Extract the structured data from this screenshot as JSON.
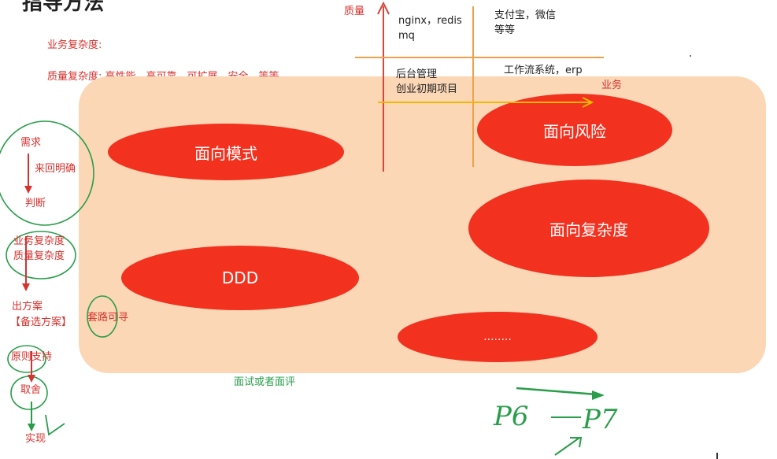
{
  "title": "指导方法",
  "left_notes": {
    "business_complexity": "业务复杂度:",
    "quality_complexity": "质量复杂度: 高性能，高可靠，可扩展，安全，等等"
  },
  "quadrant": {
    "y_axis_label": "质量",
    "x_axis_label": "业务",
    "top_left_line1": "nginx，redis",
    "top_left_line2": "mq",
    "top_right_line1": "支付宝，微信",
    "top_right_line2": "等等",
    "bottom_left_line1": "后台管理",
    "bottom_left_line2": "创业初期项目",
    "bottom_right": "工作流系统，erp"
  },
  "ellipses": {
    "pattern": "面向模式",
    "risk": "面向风险",
    "complexity": "面向复杂度",
    "ddd": "DDD",
    "more": "........"
  },
  "process": {
    "requirement": "需求",
    "clarify": "来回明确",
    "judge": "判断",
    "biz_complexity": "业务复杂度",
    "quality_complexity": "质量复杂度",
    "solution": "出方案",
    "alternative": "【备选方案】",
    "routine": "套路可寻",
    "principle": "原则支持",
    "tradeoff": "取舍",
    "implement": "实现"
  },
  "bottom_note": "面试或者面评",
  "handwriting": {
    "p6": "P6",
    "p7": "P7"
  },
  "colors": {
    "panel": "#fbd7b6",
    "ellipse": "#f2311f",
    "red_text": "#d6322e",
    "green": "#2a9d4b",
    "orange_line": "#f0a04b",
    "axis_red": "#d9453a"
  }
}
